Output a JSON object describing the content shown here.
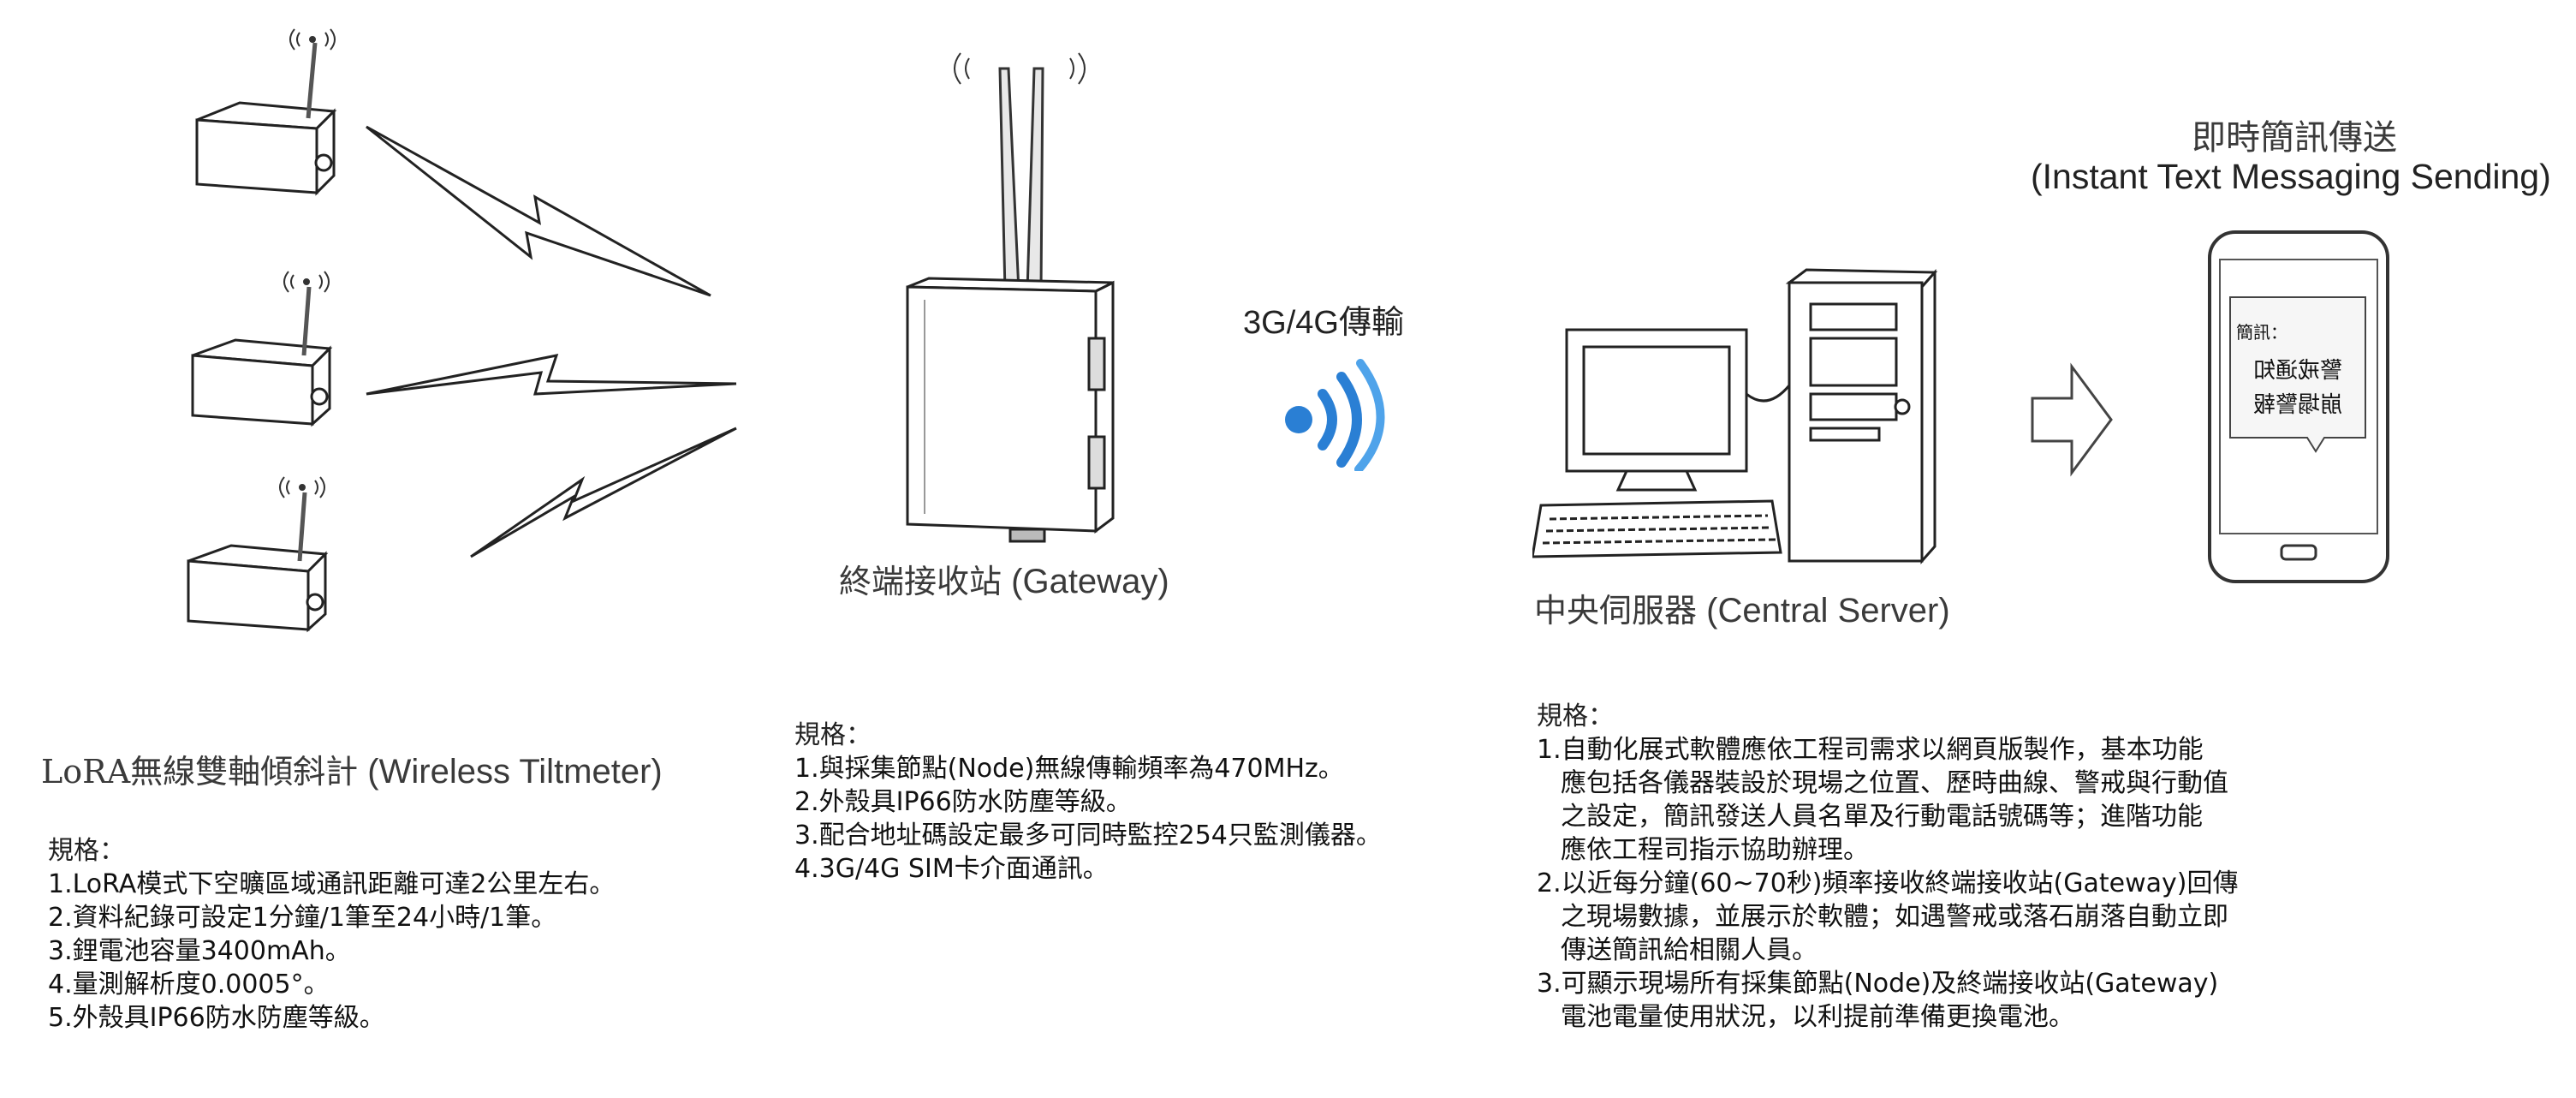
{
  "sensor": {
    "caption_cn": "LoRA無線雙軸傾斜計",
    "caption_en": "(Wireless Tiltmeter)",
    "specs_heading": "規格：",
    "specs": [
      "1.LoRA模式下空曠區域通訊距離可達2公里左右。",
      "2.資料紀錄可設定1分鐘/1筆至24小時/1筆。",
      "3.鋰電池容量3400mAh。",
      "4.量測解析度0.0005°。",
      "5.外殼具IP66防水防塵等級。"
    ]
  },
  "gateway": {
    "caption_cn": "終端接收站",
    "caption_en": "(Gateway)",
    "specs_heading": "規格：",
    "specs": [
      "1.與採集節點(Node)無線傳輸頻率為470MHz。",
      "2.外殼具IP66防水防塵等級。",
      "3.配合地址碼設定最多可同時監控254只監測儀器。",
      "4.3G/4G SIM卡介面通訊。"
    ]
  },
  "network": {
    "label": "3G/4G傳輸"
  },
  "server": {
    "caption_cn": "中央伺服器",
    "caption_en": "(Central Server)",
    "specs_heading": "規格：",
    "specs": [
      [
        "1.自動化展式軟體應依工程司需求以網頁版製作，基本功能",
        "應包括各儀器裝設於現場之位置、歷時曲線、警戒與行動值",
        "之設定，簡訊發送人員名單及行動電話號碼等；進階功能",
        "應依工程司指示協助辦理。"
      ],
      [
        "2.以近每分鐘(60~70秒)頻率接收終端接收站(Gateway)回傳",
        "之現場數據，並展示於軟體；如遇警戒或落石崩落自動立即",
        "傳送簡訊給相關人員。"
      ],
      [
        "3.可顯示現場所有採集節點(Node)及終端接收站(Gateway)",
        "電池電量使用狀況，以利提前準備更換電池。"
      ]
    ]
  },
  "messaging": {
    "title_cn": "即時簡訊傳送",
    "title_en": "(Instant Text Messaging Sending)",
    "phone_screen_label": "簡訊：",
    "phone_screen_lines": [
      "警戒通知",
      "崩塌警報"
    ]
  },
  "colors": {
    "signal_blue": "#2a7fd4",
    "outline": "#222222",
    "caption_gray": "#3a3a3a"
  }
}
